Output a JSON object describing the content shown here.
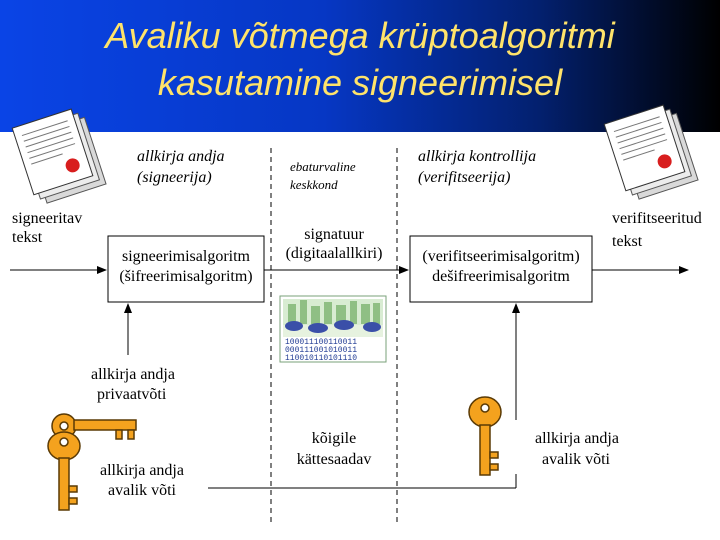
{
  "title": {
    "line1": "Avaliku võtmega krüptoalgoritmi",
    "line2": "kasutamine signeerimisel"
  },
  "colors": {
    "header_start": "#0a44e6",
    "header_end": "#000000",
    "title_text": "#ffe36a",
    "key_fill": "#f4a21e",
    "arrow": "#000000"
  },
  "icons": [
    "document-icon",
    "key-icon",
    "city-data-image-icon"
  ],
  "labels": {
    "signer_role": "allkirja andja",
    "signer_role_sub": "(signeerija)",
    "insecure_env_line1": "ebaturvaline",
    "insecure_env_line2": "keskkond",
    "verifier_role": "allkirja kontrollija",
    "verifier_role_sub": "(verifitseerija)",
    "signed_text_line1": "signeeritav",
    "signed_text_line2": "tekst",
    "signature_line1": "signatuur",
    "signature_line2": "(digitaalallkiri)",
    "verified_text_line1": "verifitseeritud",
    "verified_text_line2": "tekst",
    "private_key_line1": "allkirja andja",
    "private_key_line2": "privaatvõti",
    "public_key_left_line1": "allkirja andja",
    "public_key_left_line2": "avalik võti",
    "public_access_line1": "kõigile",
    "public_access_line2": "kättesaadav",
    "public_key_right_line1": "allkirja andja",
    "public_key_right_line2": "avalik võti"
  },
  "boxes": {
    "signing_line1": "signeerimisalgoritm",
    "signing_line2": "(šifreerimisalgoritm)",
    "verifying_line1": "(verifitseerimisalgoritm)",
    "verifying_line2": "dešifreerimisalgoritm"
  }
}
